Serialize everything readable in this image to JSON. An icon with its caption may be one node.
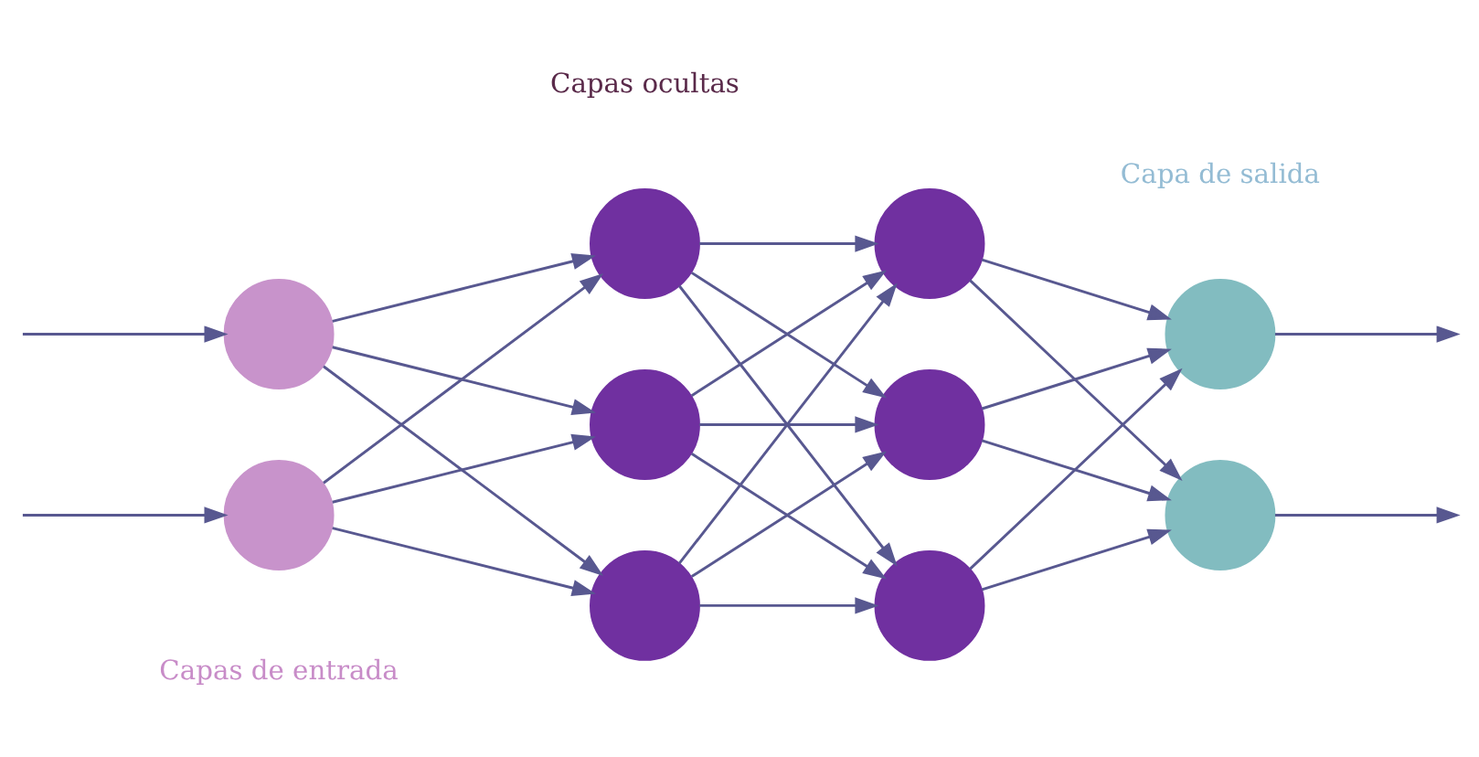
{
  "diagram": {
    "nodes": [
      {
        "text": [],
        "shape": "circle"
      },
      {
        "text": [],
        "shape": "circle"
      },
      {
        "text": [],
        "shape": "circle"
      },
      {
        "text": [],
        "shape": "circle"
      },
      {
        "text": [],
        "shape": "circle"
      },
      {
        "text": [],
        "shape": "circle"
      },
      {
        "text": [],
        "shape": "circle"
      },
      {
        "text": [],
        "shape": "circle"
      },
      {
        "text": [],
        "shape": "circle"
      },
      {
        "text": [],
        "shape": "circle"
      }
    ],
    "edges": [
      {
        "from": null,
        "to": 0,
        "arrow": "to"
      },
      {
        "from": null,
        "to": 1,
        "arrow": "to"
      },
      {
        "from": 0,
        "to": 2,
        "arrow": "to"
      },
      {
        "from": 0,
        "to": 3,
        "arrow": "to"
      },
      {
        "from": 0,
        "to": 4,
        "arrow": "to"
      },
      {
        "from": 1,
        "to": 2,
        "arrow": "to"
      },
      {
        "from": 1,
        "to": 3,
        "arrow": "to"
      },
      {
        "from": 1,
        "to": 4,
        "arrow": "to"
      },
      {
        "from": 2,
        "to": 5,
        "arrow": "to"
      },
      {
        "from": 2,
        "to": 6,
        "arrow": "to"
      },
      {
        "from": 2,
        "to": 7,
        "arrow": "to"
      },
      {
        "from": 3,
        "to": 5,
        "arrow": "to"
      },
      {
        "from": 3,
        "to": 6,
        "arrow": "to"
      },
      {
        "from": 3,
        "to": 7,
        "arrow": "to"
      },
      {
        "from": 4,
        "to": 5,
        "arrow": "to"
      },
      {
        "from": 4,
        "to": 6,
        "arrow": "to"
      },
      {
        "from": 4,
        "to": 7,
        "arrow": "to"
      },
      {
        "from": 5,
        "to": 8,
        "arrow": "to"
      },
      {
        "from": 5,
        "to": 9,
        "arrow": "to"
      },
      {
        "from": 6,
        "to": 8,
        "arrow": "to"
      },
      {
        "from": 6,
        "to": 9,
        "arrow": "to"
      },
      {
        "from": 7,
        "to": 8,
        "arrow": "to"
      },
      {
        "from": 7,
        "to": 9,
        "arrow": "to"
      },
      {
        "from": 8,
        "to": null,
        "arrow": "to"
      },
      {
        "from": 9,
        "to": null,
        "arrow": "to"
      }
    ],
    "labels": [
      "Capas de entrada",
      "Capas ocultas",
      "Capa de salida"
    ]
  }
}
